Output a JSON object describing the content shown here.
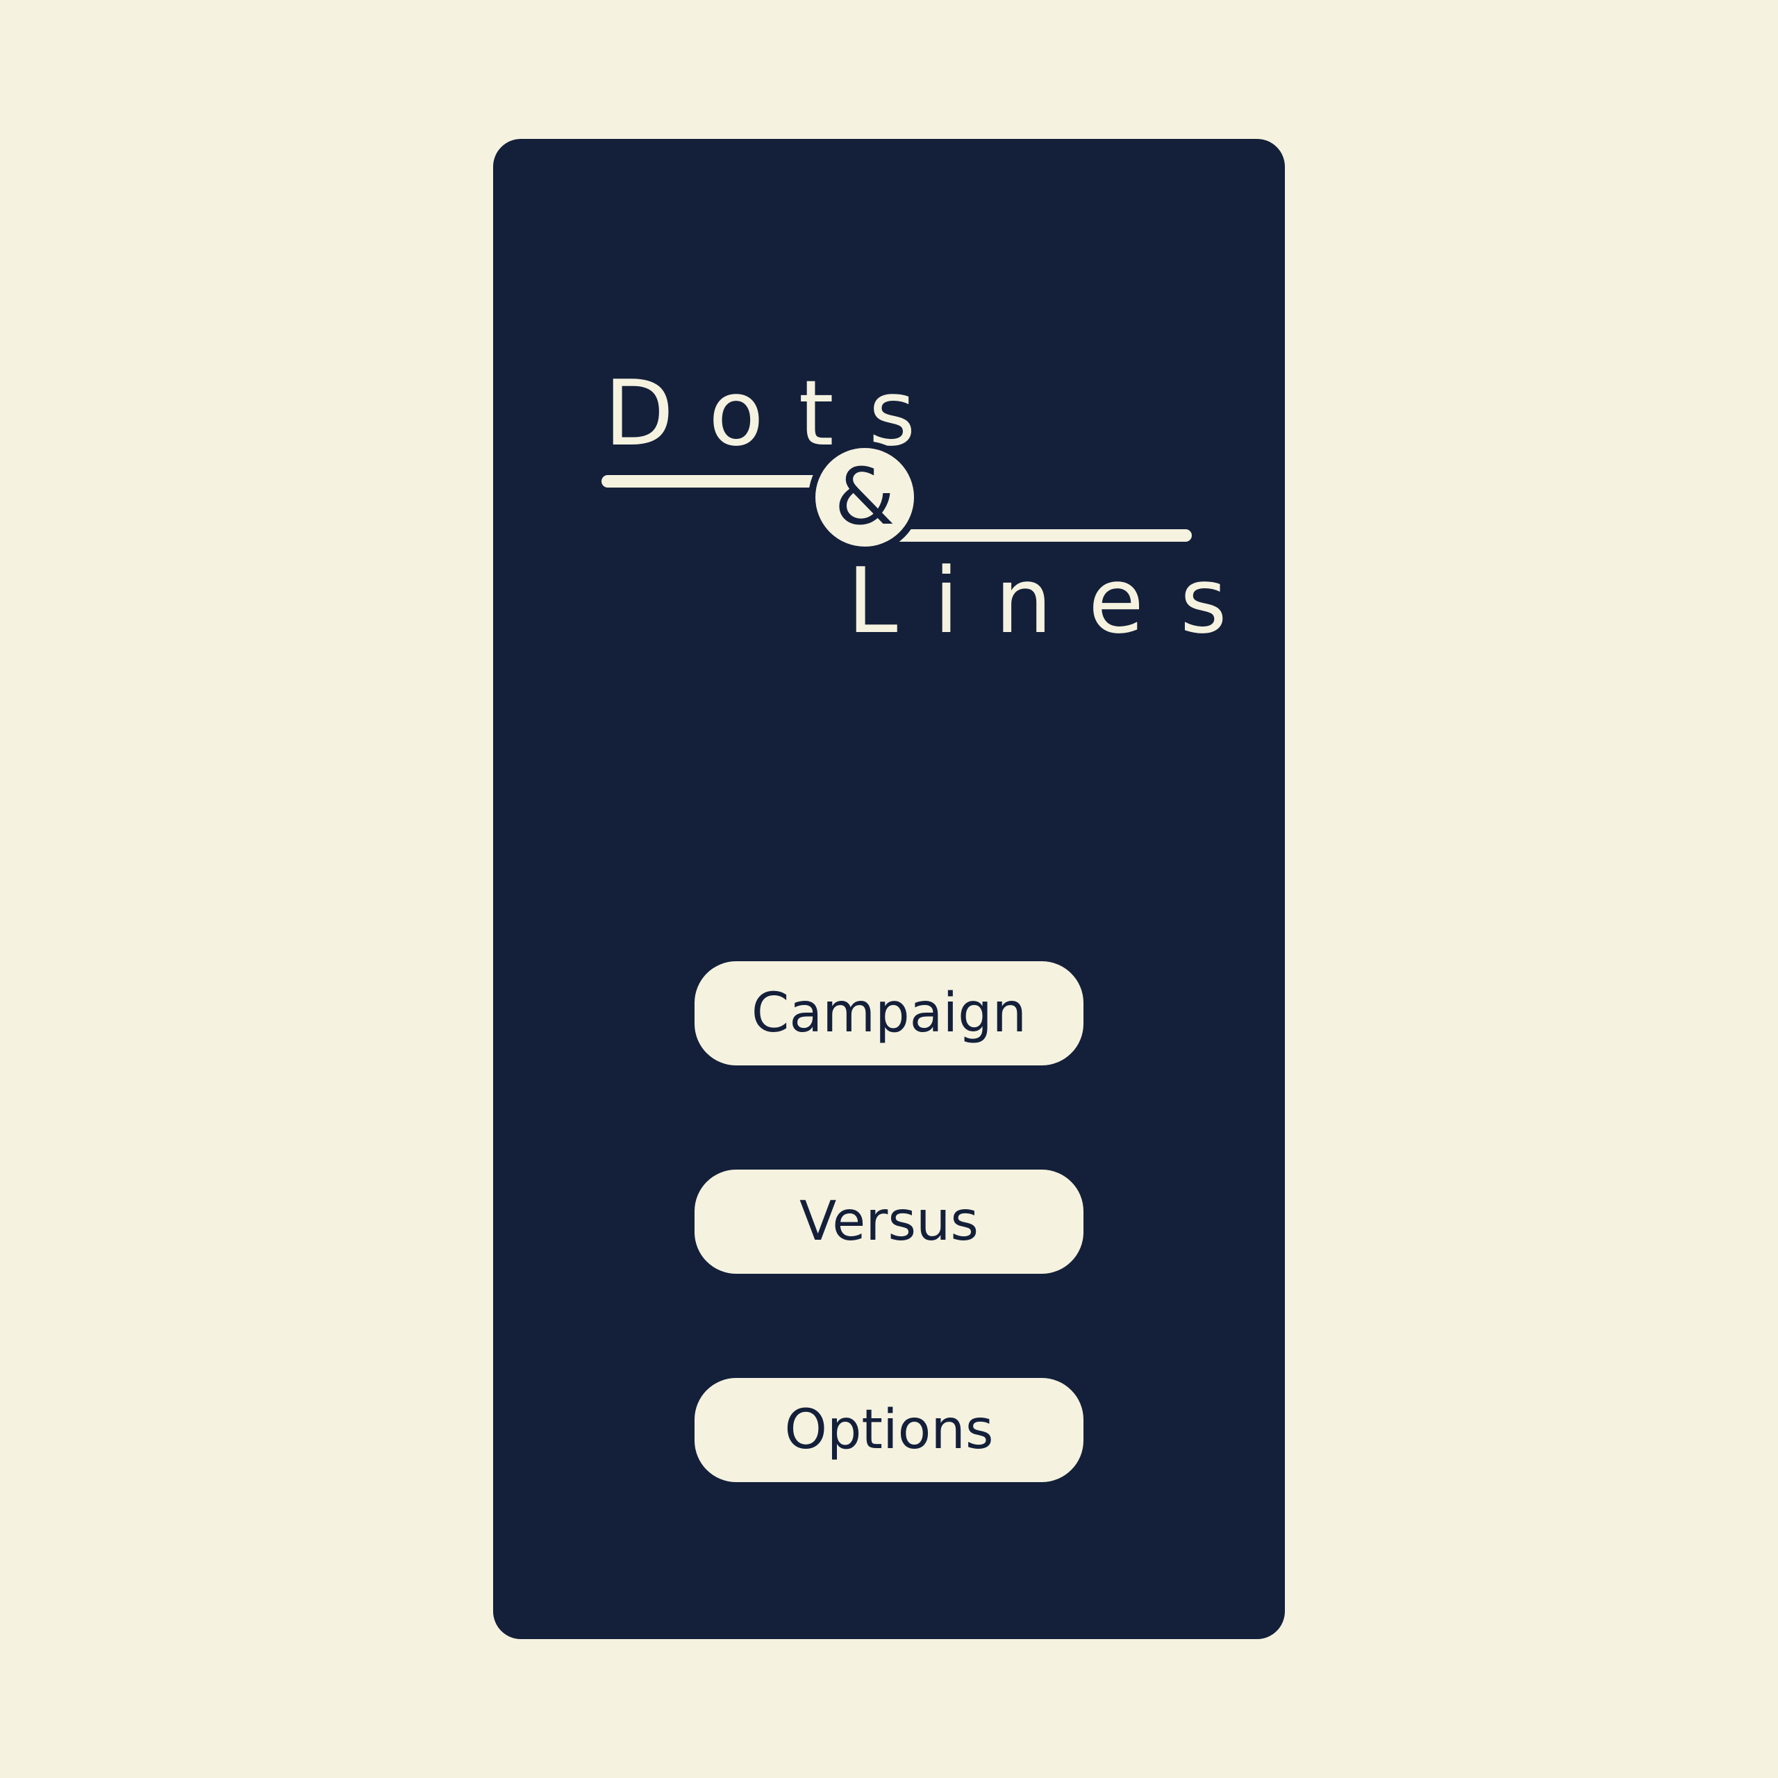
{
  "logo": {
    "word_top": "Dots",
    "ampersand": "&",
    "word_bottom": "Lines"
  },
  "menu": {
    "items": [
      {
        "label": "Campaign"
      },
      {
        "label": "Versus"
      },
      {
        "label": "Options"
      }
    ]
  },
  "colors": {
    "background": "#f5f2e0",
    "panel": "#14203a",
    "foreground": "#f5f2e0",
    "button_text": "#14203a"
  }
}
